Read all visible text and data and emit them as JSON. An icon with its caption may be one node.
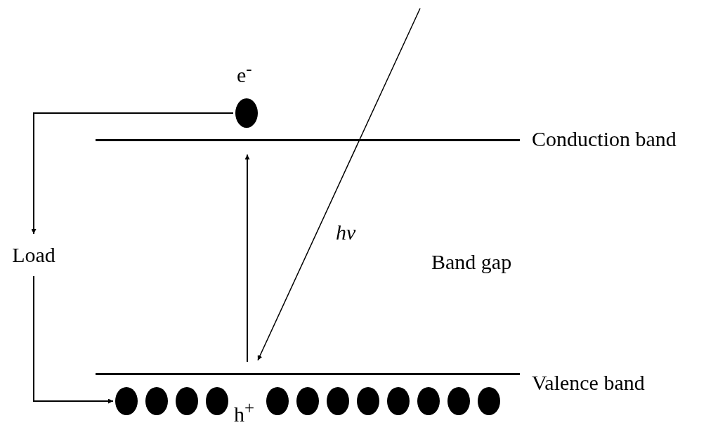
{
  "diagram": {
    "nodes": [
      {
        "text": [],
        "shape": "circle",
        "beside": [
          "e$^{-}$"
        ]
      },
      {
        "text": [],
        "shape": "bar",
        "beside": [
          "Conduction band"
        ]
      },
      {
        "text": [
          "Load"
        ]
      },
      {
        "text": [],
        "shape": "bar",
        "beside": [
          "Valence band"
        ]
      },
      {
        "text": [],
        "shape": "circle"
      },
      {
        "text": [],
        "shape": "circle"
      },
      {
        "text": [],
        "shape": "circle"
      },
      {
        "text": [],
        "shape": "circle"
      },
      {
        "text": [],
        "shape": "circle"
      },
      {
        "text": [],
        "shape": "circle"
      },
      {
        "text": [],
        "shape": "circle"
      },
      {
        "text": [],
        "shape": "circle"
      },
      {
        "text": [],
        "shape": "circle"
      },
      {
        "text": [],
        "shape": "circle"
      },
      {
        "text": [],
        "shape": "circle"
      },
      {
        "text": [],
        "shape": "circle"
      }
    ],
    "edges": [
      {
        "from": 0,
        "to": 2,
        "arrow": "to"
      },
      {
        "from": 2,
        "to": 4,
        "arrow": "to"
      },
      {
        "from": 3,
        "to": 1,
        "arrow": "to"
      },
      {
        "from": null,
        "to": 3,
        "arrow": "to",
        "label": "hν"
      }
    ],
    "labels": [
      "Band gap",
      "h$^{+}$"
    ]
  }
}
